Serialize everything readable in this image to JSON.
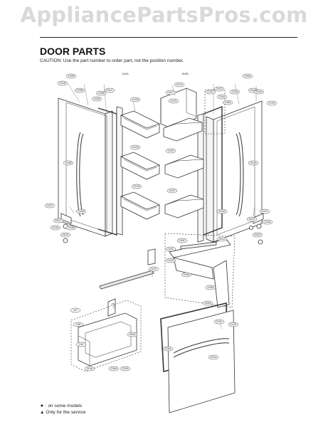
{
  "watermark": "AppliancePartsPros.com",
  "section_title": "DOOR PARTS",
  "caution": "CAUTION: Use the part number to order part, not the position number.",
  "legend": [
    {
      "symbol": "★",
      "text": ": on some models"
    },
    {
      "symbol": "▲",
      "text": "Only for the service"
    }
  ],
  "callouts": {
    "c230A": "230A",
    "c230B": "230B",
    "c231B": "231B",
    "c233B": "233B",
    "c231C": "231C",
    "c233C": "233C",
    "c234B": "234B",
    "c242B": "242B",
    "c241B_1": "241B",
    "c241B_2": "241B",
    "c241B_3": "241B",
    "c241A": "241A",
    "c241C": "241C",
    "c241D": "241D",
    "c241E_1": "241E",
    "c241E_2": "241E",
    "c231A": "231A",
    "c233A": "233A",
    "c234A": "234A",
    "c212D": "212D",
    "c244A": "244A",
    "c244B": "244B",
    "c240A": "240A",
    "c240B": "240B",
    "c242C_L": "242C",
    "c242C_R": "242C",
    "c243B": "243B",
    "c243A": "243A",
    "c243A_R": "243A",
    "c262D_L": "262D",
    "c262D_R": "262D",
    "c260A": "260A",
    "c262A": "262A",
    "c262B": "262B",
    "c262C": "262C",
    "c262C_2": "262C",
    "c249": "249",
    "c210C": "210C",
    "c238A": "238A",
    "c231D": "231D",
    "c242A": "242A",
    "c240C": "240C",
    "c261A": "261A",
    "c245C": "245C",
    "c242D": "242D",
    "c245B": "245B",
    "c247": "247",
    "c248": "248",
    "c245A": "245A",
    "c219A": "219A",
    "c236A": "236A",
    "c220A": "220A",
    "c263A": "263A",
    "c234C": "234C",
    "c212E": "212E",
    "c201A": "201A",
    "c208A": "208A"
  }
}
